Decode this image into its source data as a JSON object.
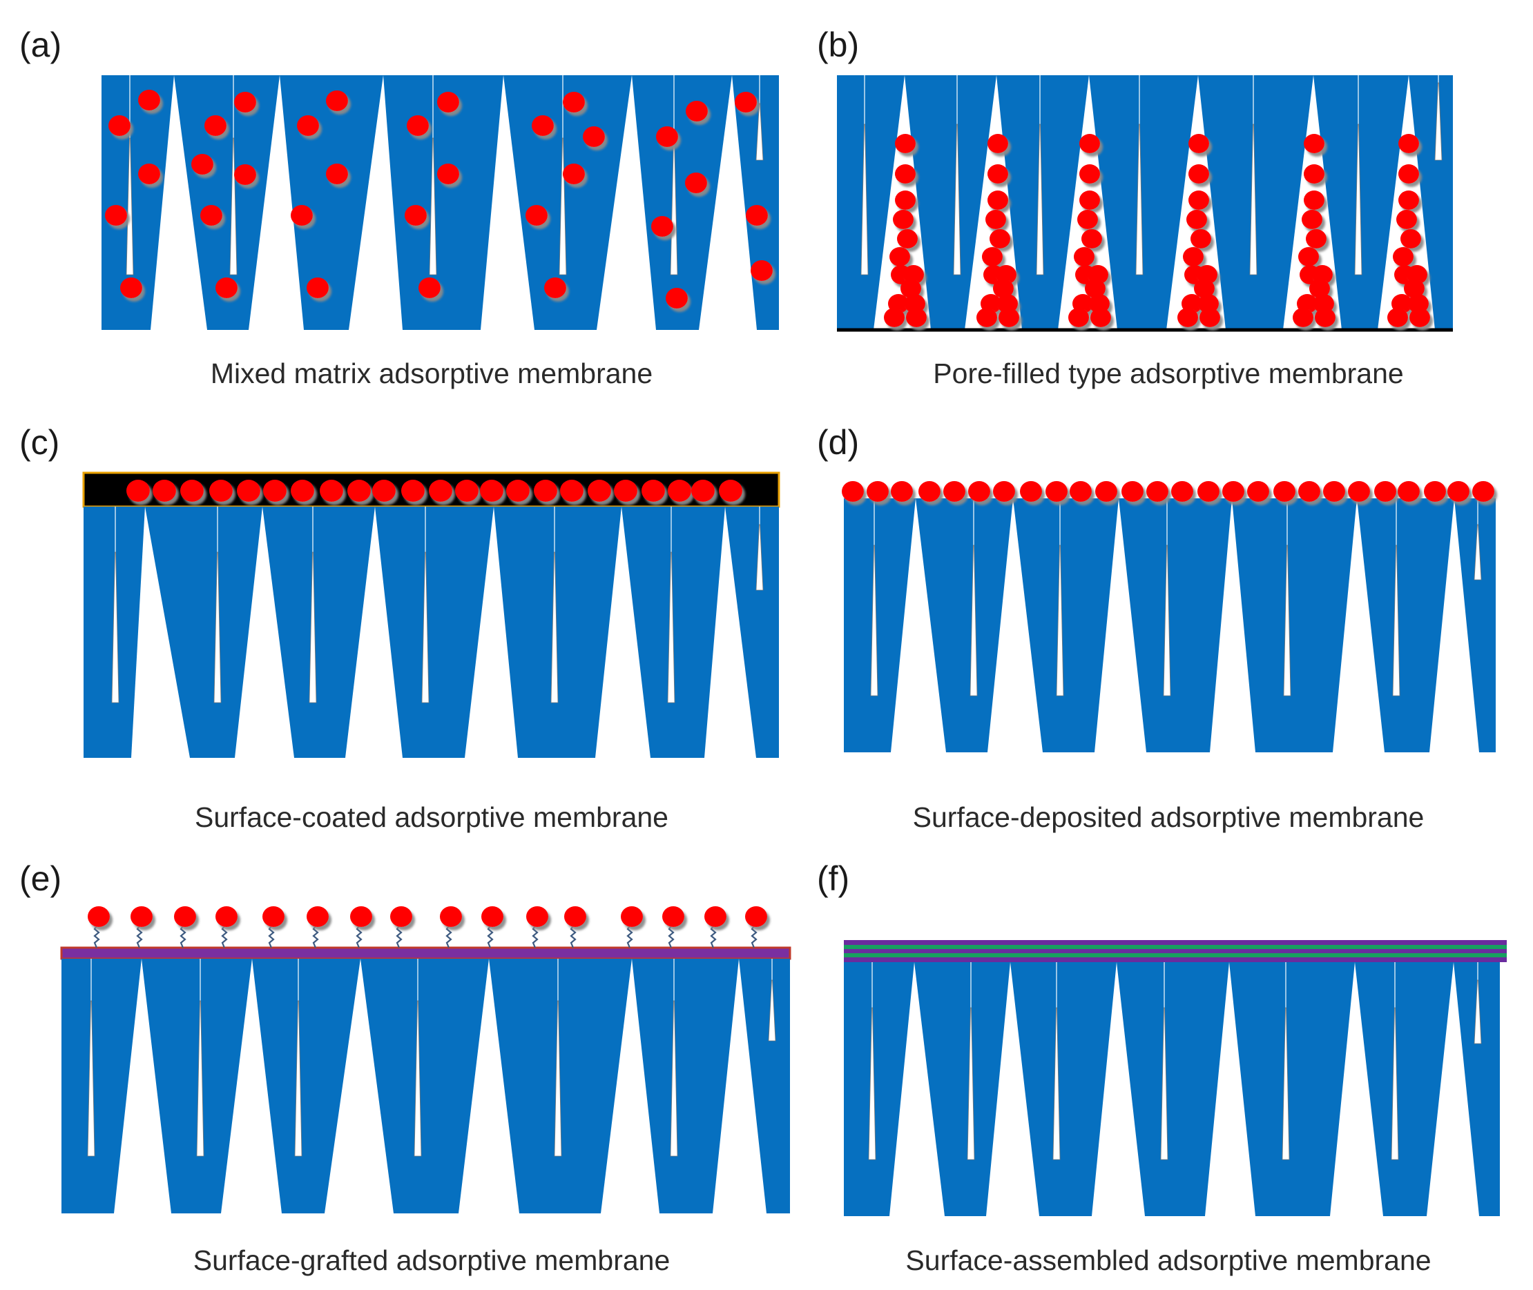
{
  "colors": {
    "membrane": "#0670c0",
    "particle": "#ff0000",
    "particle_shadow": "#9a9a9a",
    "coating_layer": "#000000",
    "coating_border": "#e8a000",
    "graft_layer": "#7a2fa0",
    "graft_layer_edge": "#c0392b",
    "assembled_purple": "#6a2c9e",
    "assembled_green": "#18a060",
    "baseline": "#000000"
  },
  "panels": [
    {
      "id": "a",
      "letter": "(a)",
      "caption": "Mixed matrix adsorptive membrane",
      "type": "mixed-matrix"
    },
    {
      "id": "b",
      "letter": "(b)",
      "caption": "Pore-filled type adsorptive membrane",
      "type": "pore-filled"
    },
    {
      "id": "c",
      "letter": "(c)",
      "caption": "Surface-coated adsorptive membrane",
      "type": "surface-coated"
    },
    {
      "id": "d",
      "letter": "(d)",
      "caption": "Surface-deposited adsorptive membrane",
      "type": "surface-deposited"
    },
    {
      "id": "e",
      "letter": "(e)",
      "caption": "Surface-grafted adsorptive membrane",
      "type": "surface-grafted"
    },
    {
      "id": "f",
      "letter": "(f)",
      "caption": "Surface-assembled adsorptive membrane",
      "type": "surface-assembled"
    }
  ]
}
